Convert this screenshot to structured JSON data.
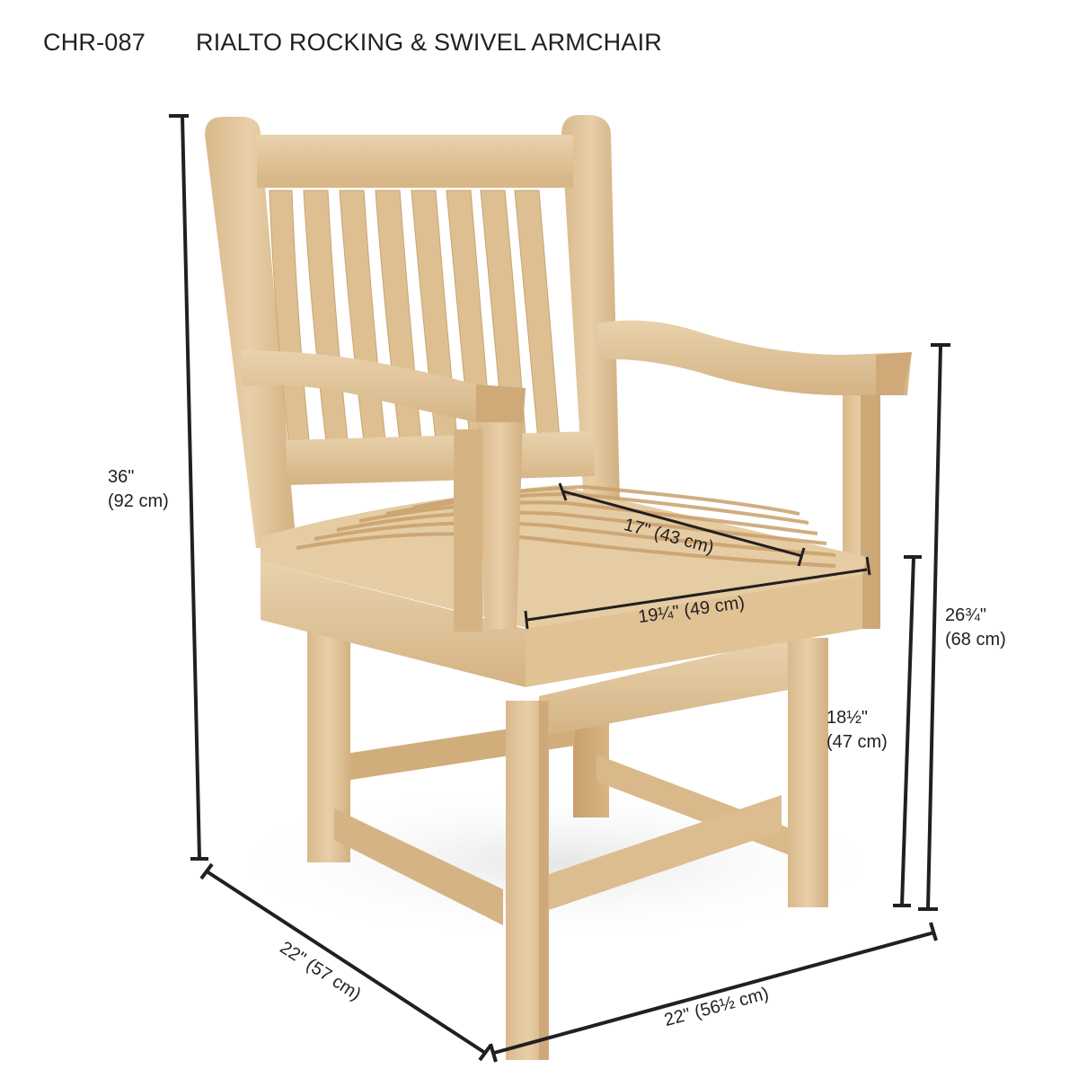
{
  "header": {
    "sku": "CHR-087",
    "product_name": "RIALTO ROCKING & SWIVEL ARMCHAIR"
  },
  "colors": {
    "wood_light": "#e4c79e",
    "wood_mid": "#d6b586",
    "wood_dark": "#c29a68",
    "line": "#231f20",
    "background": "#ffffff"
  },
  "dimensions": {
    "overall_height": {
      "inches": "36\"",
      "cm": "(92 cm)"
    },
    "arm_height": {
      "inches": "26¾\"",
      "cm": "(68 cm)"
    },
    "seat_height": {
      "inches": "18½\"",
      "cm": "(47 cm)"
    },
    "seat_depth": {
      "label": "17\" (43 cm)"
    },
    "seat_width": {
      "label": "19¼\" (49 cm)"
    },
    "depth": {
      "label": "22\" (57 cm)"
    },
    "width": {
      "label": "22\" (56½ cm)"
    }
  }
}
